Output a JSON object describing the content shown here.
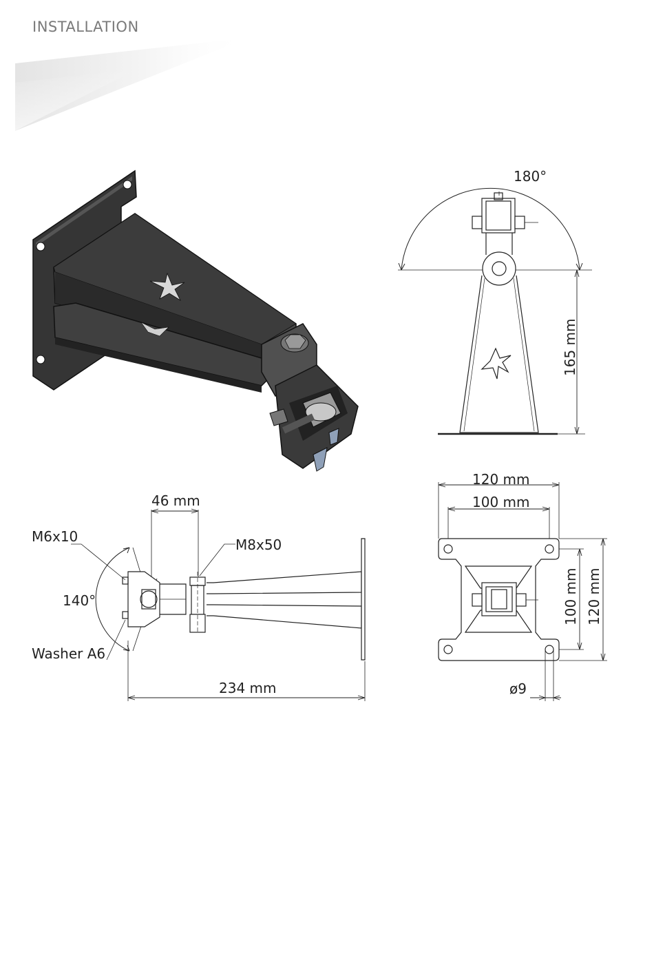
{
  "header": {
    "title": "INSTALLATION"
  },
  "front_view": {
    "angle_label": "180°",
    "height_label": "165 mm"
  },
  "side_view": {
    "bolt_small_label": "M6x10",
    "bolt_large_label": "M8x50",
    "angle_label": "140°",
    "washer_label": "Washer A6",
    "offset_label": "46 mm",
    "length_label": "234 mm"
  },
  "plate_view": {
    "outer_width_label": "120 mm",
    "inner_width_label": "100 mm",
    "inner_height_label": "100 mm",
    "outer_height_label": "120 mm",
    "hole_label": "ø9"
  },
  "colors": {
    "metal_dark": "#3a3a3a",
    "metal_mid": "#5a5a5a",
    "metal_light": "#8a8a8a",
    "line": "#222222",
    "header_text": "#7a7a7a"
  }
}
